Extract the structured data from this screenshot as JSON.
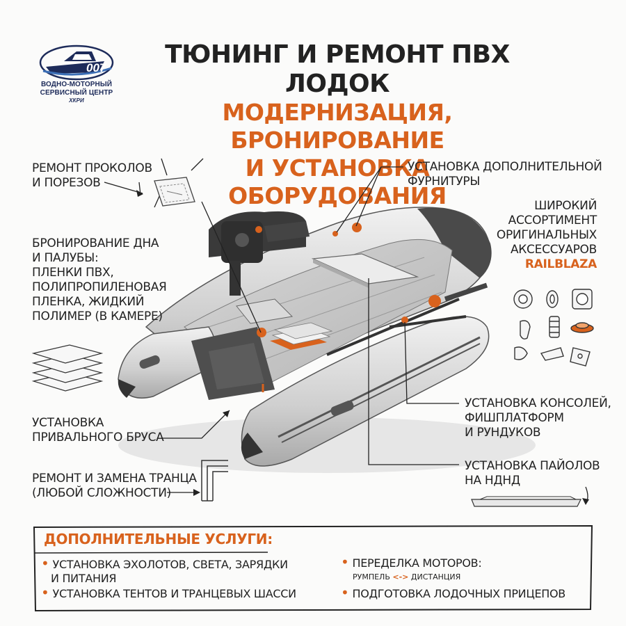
{
  "logo": {
    "number": "007",
    "line1": "ВОДНО-МОТОРНЫЙ",
    "line2": "СЕРВИСНЫЙ ЦЕНТР",
    "line3": "ХКРИ"
  },
  "header": {
    "title": "ТЮНИНГ И РЕМОНТ ПВХ ЛОДОК",
    "subtitle_line1": "МОДЕРНИЗАЦИЯ, БРОНИРОВАНИЕ",
    "subtitle_line2": "И УСТАНОВКА ОБОРУДОВАНИЯ"
  },
  "labels": {
    "repair_punctures": [
      "РЕМОНТ ПРОКОЛОВ",
      "И ПОРЕЗОВ"
    ],
    "armoring": [
      "БРОНИРОВАНИЕ ДНА",
      "И ПАЛУБЫ:",
      "ПЛЕНКИ ПВХ,",
      "ПОЛИПРОПИЛЕНОВАЯ",
      "ПЛЕНКА, ЖИДКИЙ",
      "ПОЛИМЕР (В КАМЕРЕ)"
    ],
    "rub_rail": [
      "УСТАНОВКА",
      "ПРИВАЛЬНОГО БРУСА"
    ],
    "transom": [
      "РЕМОНТ И ЗАМЕНА ТРАНЦА",
      "(ЛЮБОЙ СЛОЖНОСТИ)"
    ],
    "fittings": [
      "УСТАНОВКА ДОПОЛНИТЕЛЬНОЙ",
      "ФУРНИТУРЫ"
    ],
    "accessories": [
      "ШИРОКИЙ",
      "АССОРТИМЕНТ",
      "ОРИГИНАЛЬНЫХ",
      "АКСЕССУАРОВ"
    ],
    "accessories_brand": "RAILBLAZA",
    "consoles": [
      "УСТАНОВКА КОНСОЛЕЙ,",
      "ФИШПЛАТФОРМ",
      "И РУНДУКОВ"
    ],
    "floors": [
      "УСТАНОВКА ПАЙОЛОВ",
      "НА НДНД"
    ]
  },
  "extra_services": {
    "title": "ДОПОЛНИТЕЛЬНЫЕ УСЛУГИ:",
    "items": [
      {
        "line1": "УСТАНОВКА ЭХОЛОТОВ, СВЕТА, ЗАРЯДКИ",
        "line2": "И ПИТАНИЯ"
      },
      {
        "line1": "УСТАНОВКА ТЕНТОВ И ТРАНЦЕВЫХ ШАССИ"
      },
      {
        "line1": "ПЕРЕДЕЛКА МОТОРОВ:",
        "line2_left": "РУМПЕЛЬ",
        "line2_arrow": "<->",
        "line2_right": "ДИСТАНЦИЯ"
      },
      {
        "line1": "ПОДГОТОВКА ЛОДОЧНЫХ ПРИЦЕПОВ"
      }
    ]
  },
  "colors": {
    "accent": "#d8621d",
    "navy": "#1d2b5a",
    "text": "#222222"
  },
  "icons": [
    "boat-logo-icon",
    "repair-patch-icon",
    "armor-layers-icon",
    "transom-profile-icon",
    "floor-panel-icon",
    "railblaza-accessory-icons",
    "inflatable-boat-illustration"
  ]
}
